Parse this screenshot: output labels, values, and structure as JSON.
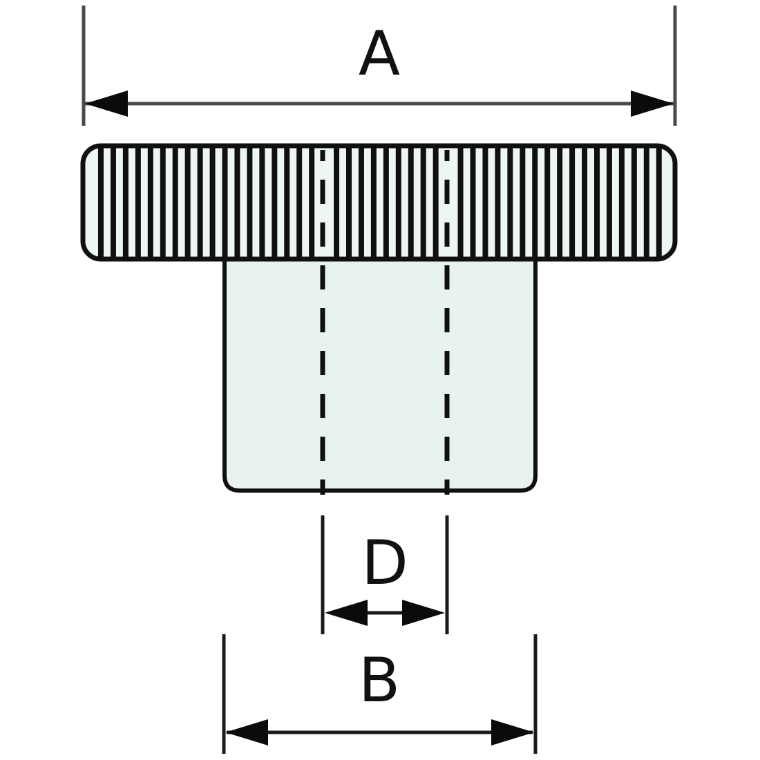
{
  "diagram": {
    "title": "Knurled thumb nut dimension drawing",
    "views": {
      "front": "knurled head with threaded body, front elevation"
    },
    "labels": {
      "overall_width": "A",
      "thread_diameter": "D",
      "body_width": "B"
    },
    "colors": {
      "background": "#ffffff",
      "outline": "#101010",
      "head_fill": "#eef6f3",
      "body_fill": "#e8f3f0",
      "knurl_stripe": "#101010",
      "centerline": "#101010",
      "dim_line_gray": "#4a4a4a",
      "dim_line_dark": "#1a1a1a",
      "arrow": "#0b0b0b",
      "text": "#111111"
    }
  }
}
